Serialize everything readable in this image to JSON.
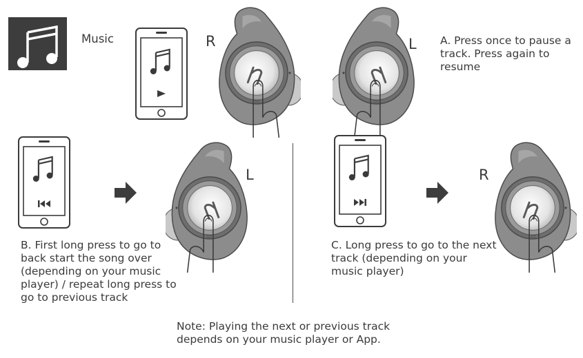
{
  "header": {
    "music_label": "Music",
    "icon": "music-note-icon"
  },
  "section_a": {
    "side_right": "R",
    "side_left": "L",
    "lines": [
      "A. Press once to pause a",
      "track. Press again to",
      "resume"
    ],
    "phone_control_icon": "play-icon"
  },
  "section_b": {
    "side": "L",
    "lines": [
      "B. First long press to go to",
      "back start the song over",
      "(depending on your music",
      "player) / repeat long press to",
      "go to previous track"
    ],
    "phone_control_icon": "previous-track-icon"
  },
  "section_c": {
    "side": "R",
    "lines": [
      "C. Long press to go to the next",
      "track (depending on your",
      "music player)"
    ],
    "phone_control_icon": "next-track-icon"
  },
  "note": {
    "lines": [
      "Note: Playing the next or previous track",
      "depends on your music player or App."
    ]
  },
  "colors": {
    "text": "#3a3a3a",
    "tile": "#3d3d3d",
    "earbud_body": "#8a8a8a",
    "earbud_button": "#dcdcdc"
  }
}
